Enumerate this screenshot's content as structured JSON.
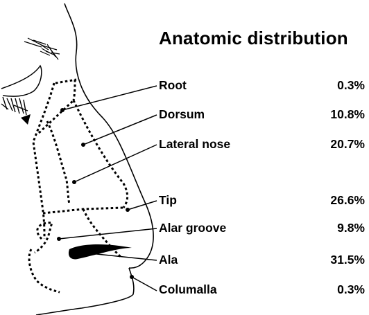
{
  "title": "Anatomic distribution",
  "regions": [
    {
      "label": "Root",
      "percent": "0.3%"
    },
    {
      "label": "Dorsum",
      "percent": "10.8%"
    },
    {
      "label": "Lateral nose",
      "percent": "20.7%"
    },
    {
      "label": "Tip",
      "percent": "26.6%"
    },
    {
      "label": "Alar groove",
      "percent": "9.8%"
    },
    {
      "label": "Ala",
      "percent": "31.5%"
    },
    {
      "label": "Columalla",
      "percent": "0.3%"
    }
  ]
}
